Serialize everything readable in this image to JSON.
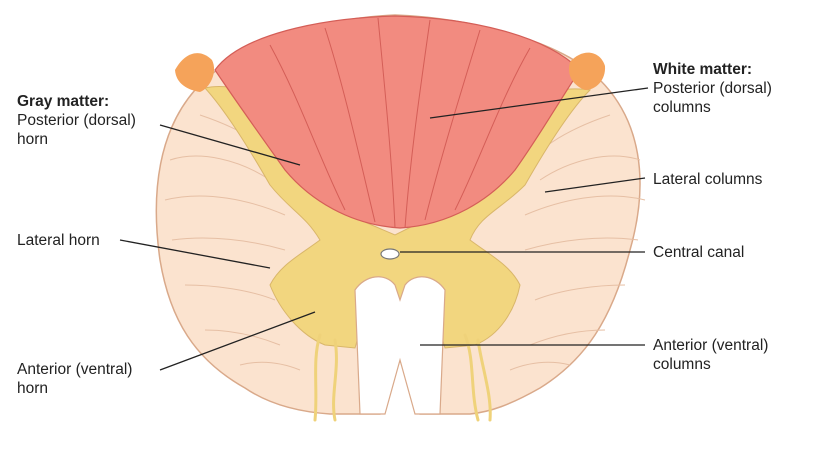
{
  "labels": {
    "gray_matter_heading": "Gray matter:",
    "posterior_horn": [
      "Posterior (dorsal)",
      "horn"
    ],
    "lateral_horn": "Lateral horn",
    "anterior_horn": [
      "Anterior (ventral)",
      "horn"
    ],
    "white_matter_heading": "White matter:",
    "posterior_columns": [
      "Posterior (dorsal)",
      "columns"
    ],
    "lateral_columns": "Lateral columns",
    "central_canal": "Central canal",
    "anterior_columns": [
      "Anterior (ventral)",
      "columns"
    ]
  },
  "colors": {
    "white_matter": "#fbe3cf",
    "gray_matter": "#f2d67f",
    "dorsal_columns": "#f28b80",
    "outline": "#d9a98a",
    "leader_line": "#222222"
  }
}
